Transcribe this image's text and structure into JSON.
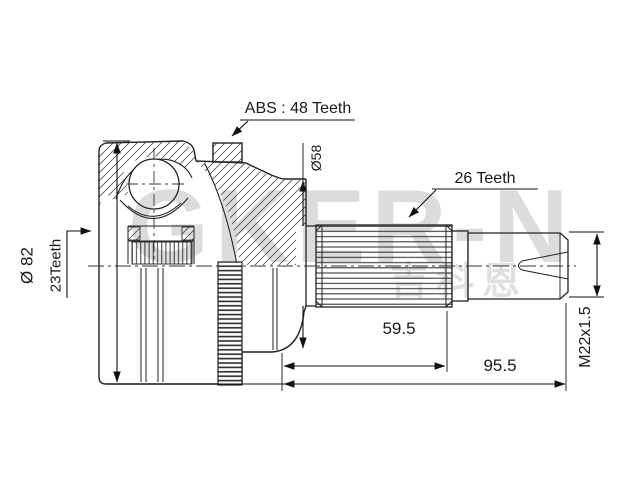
{
  "drawing": {
    "type": "cv-joint-technical-drawing",
    "labels": {
      "abs_ring": "ABS : 48 Teeth",
      "outer_spline": "26 Teeth",
      "outer_diameter": "Ø 82",
      "inner_spline": "23Teeth",
      "seal_diameter": "Ø58",
      "spline_length": "59.5",
      "total_length": "95.5",
      "thread": "M22x1.5"
    },
    "watermark": {
      "text": "GKER-N",
      "cjk": "吉科恩"
    },
    "colors": {
      "line": "#1a1a1a",
      "hatch": "#5a5a5a",
      "background": "#ffffff",
      "watermark": "#c8c8c8"
    }
  }
}
